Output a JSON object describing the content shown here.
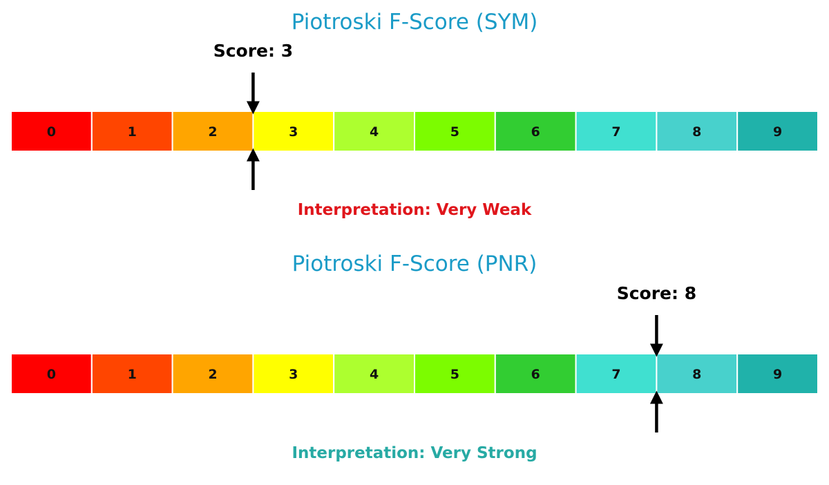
{
  "chart_data": [
    {
      "type": "gauge",
      "title": "Piotroski F-Score (SYM)",
      "categories": [
        "0",
        "1",
        "2",
        "3",
        "4",
        "5",
        "6",
        "7",
        "8",
        "9"
      ],
      "score": 3,
      "score_label": "Score: 3",
      "interpretation": "Interpretation: Very Weak",
      "interpretation_color": "#e0161c"
    },
    {
      "type": "gauge",
      "title": "Piotroski F-Score (PNR)",
      "categories": [
        "0",
        "1",
        "2",
        "3",
        "4",
        "5",
        "6",
        "7",
        "8",
        "9"
      ],
      "score": 8,
      "score_label": "Score: 8",
      "interpretation": "Interpretation: Very Strong",
      "interpretation_color": "#27aaa4"
    }
  ],
  "colors": {
    "title": "#1a9bc7",
    "arrow": "#000000",
    "cells": [
      "#ff0000",
      "#ff4500",
      "#ffa500",
      "#ffff00",
      "#adff2f",
      "#7cfc00",
      "#32cd32",
      "#40e0d0",
      "#48d1cc",
      "#20b2aa"
    ]
  }
}
